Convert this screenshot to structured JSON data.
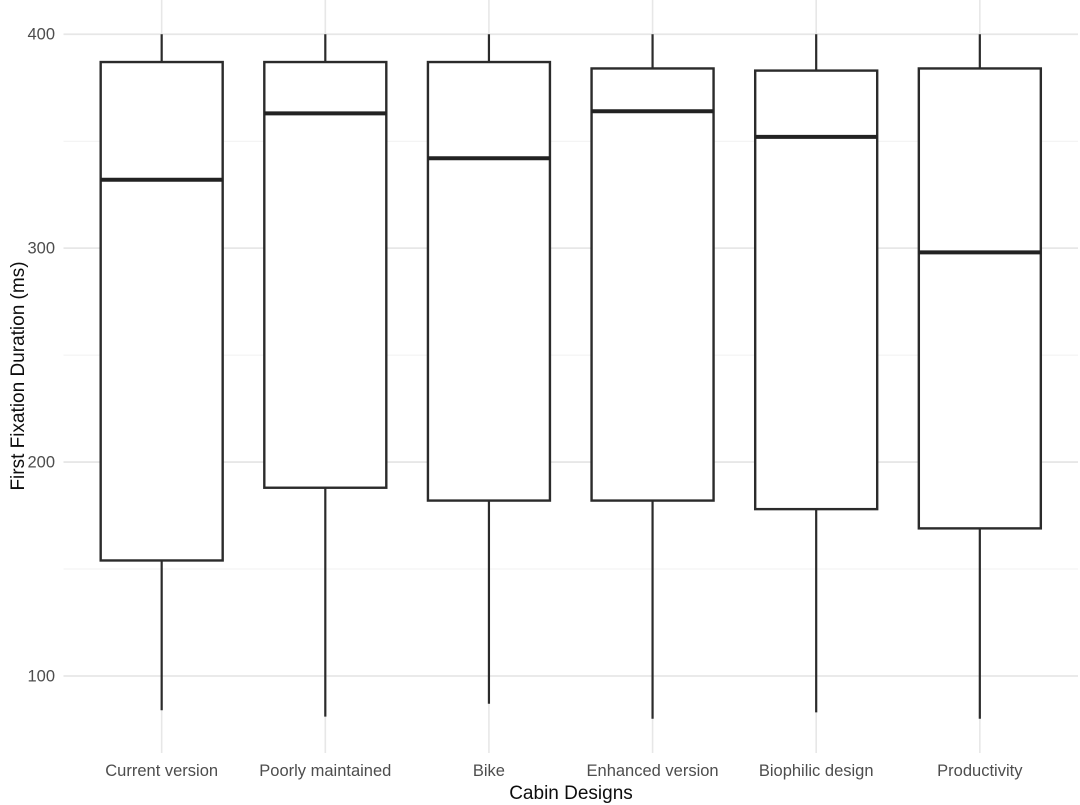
{
  "chart_data": {
    "type": "boxplot",
    "title": "",
    "xlabel": "Cabin Designs",
    "ylabel": "First Fixation Duration (ms)",
    "ylim": [
      64,
      416
    ],
    "y_major_ticks": [
      100,
      200,
      300,
      400
    ],
    "y_tick_labels": [
      "100",
      "200",
      "300",
      "400"
    ],
    "y_minor_gridlines": [
      150,
      250,
      350
    ],
    "grid": {
      "horizontal_major": true,
      "horizontal_minor": true,
      "vertical_category": true
    },
    "legend": "none",
    "categories": [
      "Current version",
      "Poorly maintained",
      "Bike",
      "Enhanced version",
      "Biophilic design",
      "Productivity"
    ],
    "boxes": [
      {
        "category": "Current version",
        "whisker_low": 84,
        "q1": 154,
        "median": 332,
        "q3": 387,
        "whisker_high": 400
      },
      {
        "category": "Poorly maintained",
        "whisker_low": 81,
        "q1": 188,
        "median": 363,
        "q3": 387,
        "whisker_high": 400
      },
      {
        "category": "Bike",
        "whisker_low": 87,
        "q1": 182,
        "median": 342,
        "q3": 387,
        "whisker_high": 400
      },
      {
        "category": "Enhanced version",
        "whisker_low": 80,
        "q1": 182,
        "median": 364,
        "q3": 384,
        "whisker_high": 400
      },
      {
        "category": "Biophilic design",
        "whisker_low": 83,
        "q1": 178,
        "median": 352,
        "q3": 383,
        "whisker_high": 400
      },
      {
        "category": "Productivity",
        "whisker_low": 80,
        "q1": 169,
        "median": 298,
        "q3": 384,
        "whisker_high": 400
      }
    ],
    "colors": {
      "background": "#ffffff",
      "box_fill": "#ffffff",
      "box_border": "#2b2b2b",
      "median_line": "#222222",
      "whisker": "#2b2b2b",
      "grid_major": "#e7e7e7",
      "grid_minor": "#f1f1f1",
      "tick_label": "#4d4d4d",
      "axis_title": "#0d0d0d"
    }
  }
}
